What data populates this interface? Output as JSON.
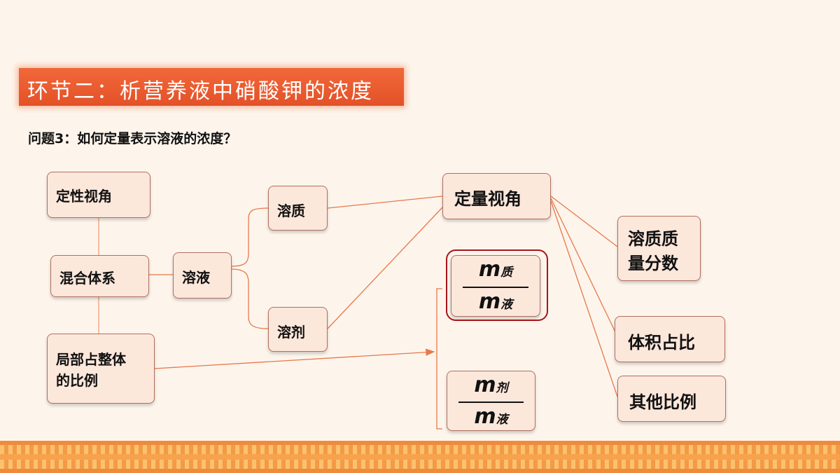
{
  "title": "环节二：析营养液中硝酸钾的浓度",
  "question": "问题3：如何定量表示溶液的浓度？",
  "nodes": {
    "qualitative_view": "定性视角",
    "mixed_system": "混合体系",
    "part_whole_line1": "局部占整体",
    "part_whole_line2": "的比例",
    "solution": "溶液",
    "solute": "溶质",
    "solvent": "溶剂",
    "quantitative_view": "定量视角",
    "mass_fraction_line1": "溶质质",
    "mass_fraction_line2": "量分数",
    "volume_ratio": "体积占比",
    "other_ratio": "其他比例"
  },
  "fractions": {
    "highlighted": {
      "num_var": "m",
      "num_sub": "质",
      "den_var": "m",
      "den_sub": "液"
    },
    "second": {
      "num_var": "m",
      "num_sub": "剂",
      "den_var": "m",
      "den_sub": "液"
    }
  },
  "colors": {
    "banner": "#e45128",
    "line": "#e8784a",
    "node_fill": "#fce7db",
    "highlight": "#a8141a"
  }
}
